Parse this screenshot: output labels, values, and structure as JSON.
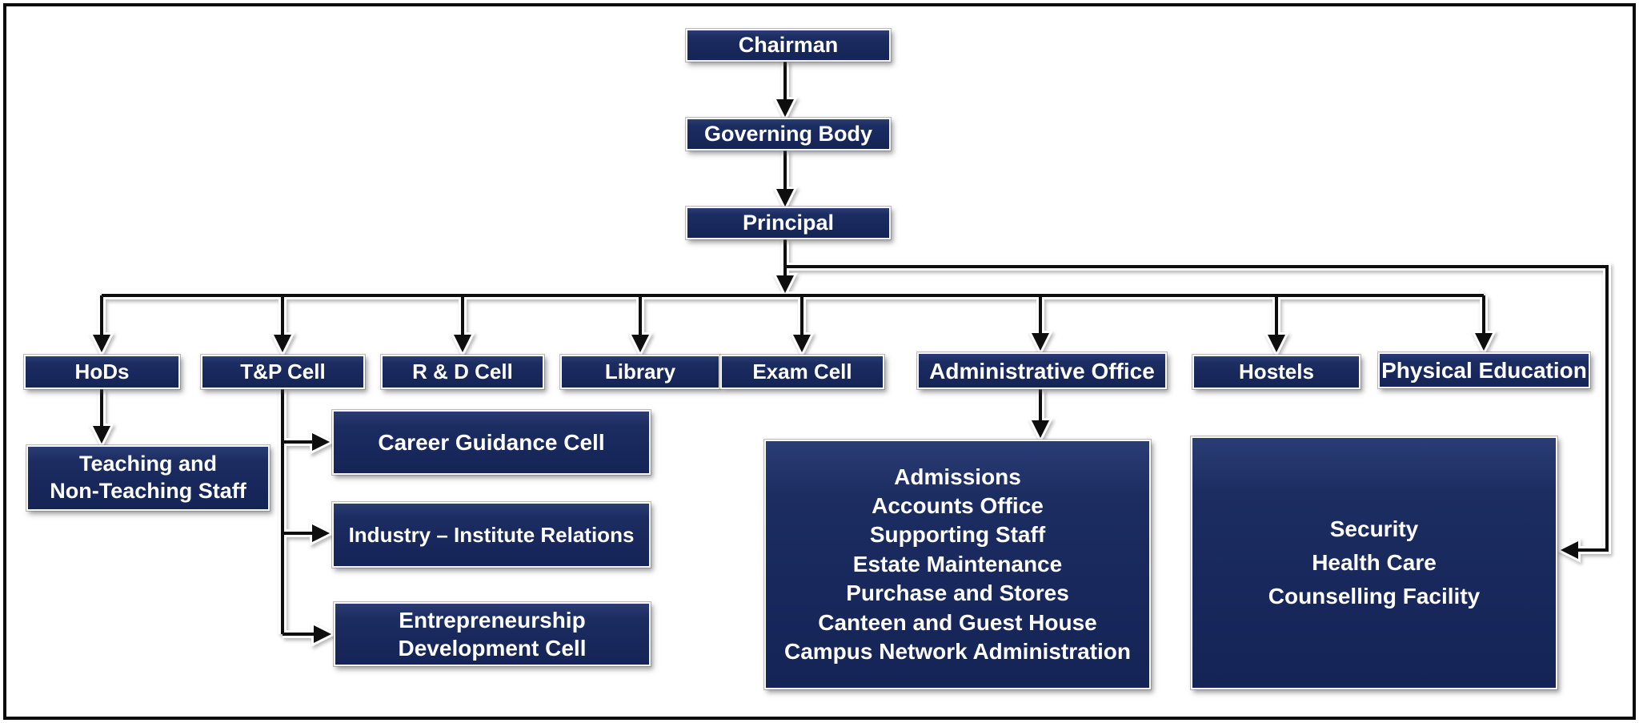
{
  "colors": {
    "box_fill": "#18285c",
    "box_border": "#f7f7f7",
    "box_text": "#ffffff",
    "connector": "#0e0e0e",
    "background": "#ffffff",
    "frame": "#0b0b0b"
  },
  "nodes": {
    "chairman": {
      "label": "Chairman"
    },
    "governing_body": {
      "label": "Governing Body"
    },
    "principal": {
      "label": "Principal"
    },
    "hods": {
      "label": "HoDs"
    },
    "tp_cell": {
      "label": "T&P Cell"
    },
    "rd_cell": {
      "label": "R & D Cell"
    },
    "library": {
      "label": "Library"
    },
    "exam_cell": {
      "label": "Exam Cell"
    },
    "admin_office": {
      "label": "Administrative Office"
    },
    "hostels": {
      "label": "Hostels"
    },
    "physical_education": {
      "label": "Physical Education"
    },
    "teaching_staff": {
      "lines": [
        "Teaching and",
        "Non-Teaching Staff"
      ]
    },
    "career_guidance": {
      "label": "Career Guidance Cell"
    },
    "industry_relations": {
      "label": "Industry – Institute Relations"
    },
    "entrepreneurship": {
      "lines": [
        "Entrepreneurship",
        "Development Cell"
      ]
    },
    "admin_functions": {
      "lines": [
        "Admissions",
        "Accounts Office",
        "Supporting Staff",
        "Estate Maintenance",
        "Purchase and Stores",
        "Canteen and Guest House",
        "Campus Network Administration"
      ]
    },
    "support_services": {
      "lines": [
        "Security",
        "Health Care",
        "Counselling Facility"
      ]
    }
  }
}
